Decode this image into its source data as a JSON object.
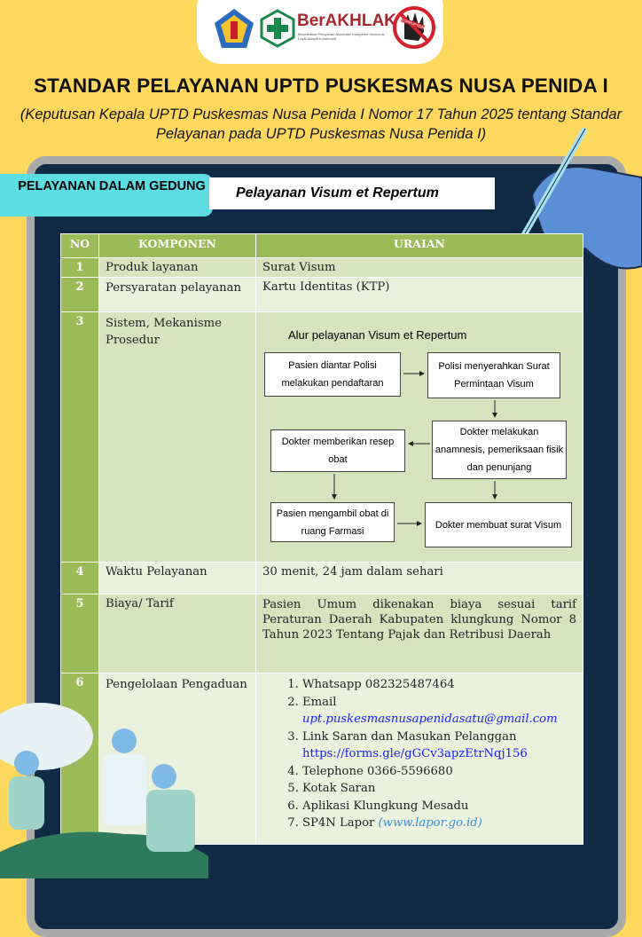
{
  "logos": {
    "brand": "BerAKHLAK",
    "brand_tagline": "Berorientasi Pelayanan Akuntabel Kompeten Harmonis Loyal Adaptif Kolaboratif",
    "anti": "CORRUPTION"
  },
  "title": "STANDAR PELAYANAN UPTD PUSKESMAS NUSA PENIDA I",
  "subtitle": "(Keputusan Kepala UPTD Puskesmas Nusa Penida I Nomor 17 Tahun 2025 tentang Standar Pelayanan pada UPTD Puskesmas Nusa Penida I)",
  "category": "PELAYANAN DALAM GEDUNG",
  "service": "Pelayanan Visum et Repertum",
  "table": {
    "headers": [
      "NO",
      "KOMPONEN",
      "URAIAN"
    ],
    "rows": [
      {
        "no": "1",
        "komponen": "Produk layanan",
        "uraian": "Surat Visum"
      },
      {
        "no": "2",
        "komponen": "Persyaratan pelayanan",
        "uraian": "Kartu Identitas (KTP)"
      },
      {
        "no": "3",
        "komponen": "Sistem, Mekanisme Prosedur",
        "uraian": ""
      },
      {
        "no": "4",
        "komponen": "Waktu Pelayanan",
        "uraian": "30 menit, 24 jam dalam sehari"
      },
      {
        "no": "5",
        "komponen": "Biaya/ Tarif",
        "uraian": "Pasien Umum dikenakan biaya sesuai tarif Peraturan Daerah Kabupaten klungkung Nomor 8 Tahun 2023 Tentang Pajak dan Retribusi Daerah"
      },
      {
        "no": "6",
        "komponen": "Pengelolaan Pengaduan",
        "uraian": ""
      }
    ]
  },
  "flow": {
    "title": "Alur pelayanan Visum et Repertum",
    "steps": [
      "Pasien diantar Polisi melakukan pendaftaran",
      "Polisi menyerahkan Surat Permintaan Visum",
      "Dokter melakukan anamnesis, pemeriksaan fisik dan penunjang",
      "Dokter memberikan resep obat",
      "Pasien mengambil obat di ruang Farmasi",
      "Dokter membuat surat Visum"
    ]
  },
  "complaints": [
    {
      "text": "Whatsapp 082325487464"
    },
    {
      "text": "Email",
      "link": "upt.puskesmasnusapenidasatu@gmail.com"
    },
    {
      "text": "Link Saran dan Masukan Pelanggan",
      "link": "https://forms.gle/gGCv3apzEtrNqj156"
    },
    {
      "text": "Telephone 0366-5596680"
    },
    {
      "text": "Kotak Saran"
    },
    {
      "text": "Aplikasi Klungkung Mesadu"
    },
    {
      "text": "SP4N Lapor ",
      "link": "(www.lapor.go.id)"
    }
  ],
  "colors": {
    "background": "#fdd85d",
    "board": "#0f2b45",
    "header": "#9bbb59",
    "row_a": "#d6e3bc",
    "row_b": "#eaf1dd",
    "tab": "#5bdde3"
  }
}
